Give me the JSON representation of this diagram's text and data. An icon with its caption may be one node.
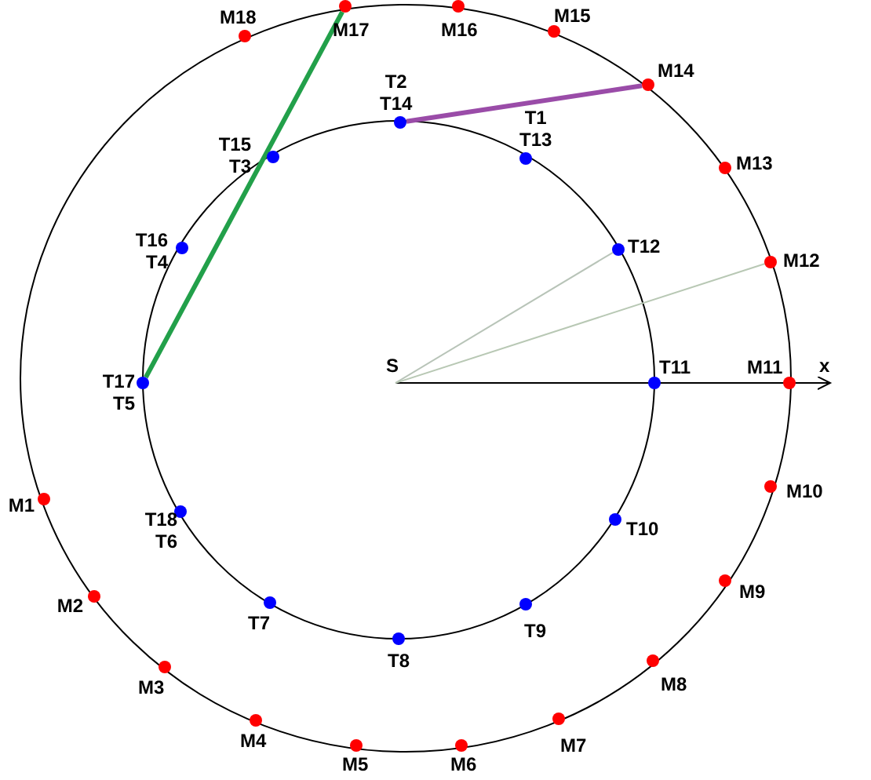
{
  "diagram": {
    "nodes": [
      {
        "text": [
          "M17"
        ]
      },
      {
        "text": [
          "M16"
        ]
      },
      {
        "text": [
          "M18"
        ]
      },
      {
        "text": [
          "M15"
        ]
      },
      {
        "text": [
          "M14"
        ]
      },
      {
        "text": [
          "T2",
          "T14"
        ]
      },
      {
        "text": [
          "T1",
          "T13"
        ]
      },
      {
        "text": [
          "M13"
        ]
      },
      {
        "text": [
          "T15",
          "T3"
        ]
      },
      {
        "text": [
          "T16",
          "T4"
        ]
      },
      {
        "text": [
          "T12"
        ]
      },
      {
        "text": [
          "M12"
        ]
      },
      {
        "text": [
          "S"
        ]
      },
      {
        "text": [
          "T11"
        ]
      },
      {
        "text": [
          "M11"
        ]
      },
      {
        "text": [
          "T17",
          "T5"
        ]
      },
      {
        "text": [
          "M1"
        ]
      },
      {
        "text": [
          "T18",
          "T6"
        ]
      },
      {
        "text": [
          "M10"
        ]
      },
      {
        "text": [
          "T10"
        ]
      },
      {
        "text": [
          "M2"
        ]
      },
      {
        "text": [
          "M9"
        ]
      },
      {
        "text": [
          "T7"
        ]
      },
      {
        "text": [
          "T9"
        ]
      },
      {
        "text": [
          "T8"
        ]
      },
      {
        "text": [
          "M3"
        ]
      },
      {
        "text": [
          "M8"
        ]
      },
      {
        "text": [
          "M4"
        ]
      },
      {
        "text": [
          "M7"
        ]
      },
      {
        "text": [
          "M5"
        ]
      },
      {
        "text": [
          "M6"
        ]
      }
    ],
    "edges": [
      {
        "from": 15,
        "to": 0,
        "arrow": "none",
        "style": "thick",
        "color": "#22a04a"
      },
      {
        "from": 5,
        "to": 4,
        "arrow": "none",
        "style": "thick",
        "color": "#9a4ca8"
      },
      {
        "from": 12,
        "to": 10,
        "arrow": "none",
        "color": "#b8c4b8"
      },
      {
        "from": 12,
        "to": 11,
        "arrow": "none",
        "color": "#b8c8b4"
      }
    ],
    "labels": [
      "x"
    ]
  }
}
